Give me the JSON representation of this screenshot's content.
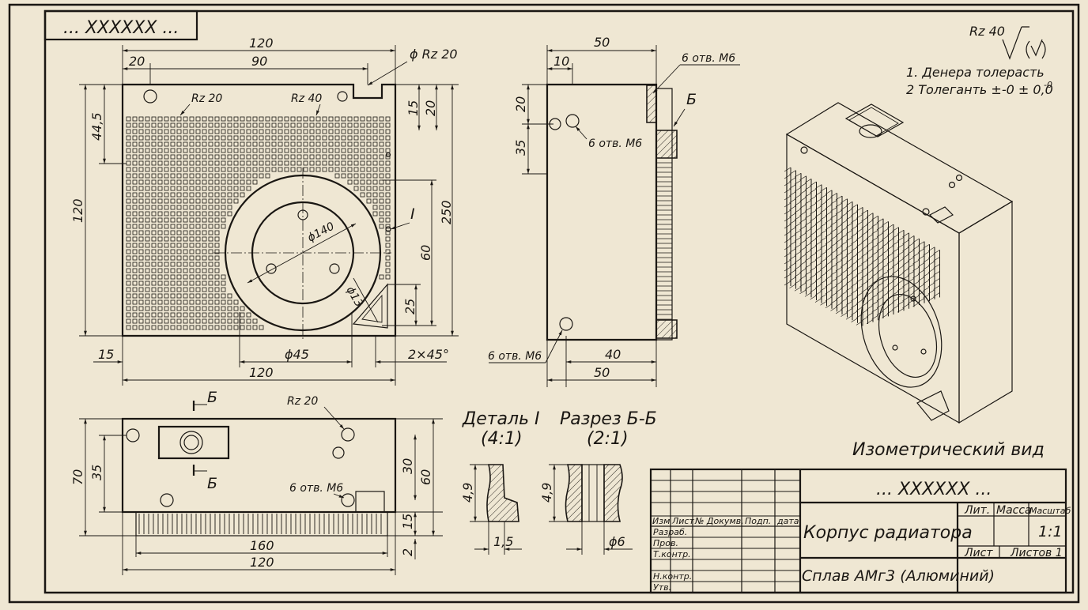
{
  "colors": {
    "paper": "#efe7d3",
    "ink": "#1a1713"
  },
  "header": {
    "code": "... XXXXXX ..."
  },
  "notes": {
    "roughness": "Rz 40",
    "line1": "1. Денера толерасть",
    "line2": "2 Толеганть ±-0 ± 0,0",
    "line2_sup": "-0"
  },
  "front_view": {
    "dims": {
      "w120_top": "120",
      "w90": "90",
      "w20_left": "20",
      "hole_rz": "ϕ Rz 20",
      "rz20": "Rz 20",
      "rz40": "Rz 40",
      "h15": "15",
      "h20": "20",
      "h44_5": "44,5",
      "h120": "120",
      "h250": "250",
      "h60": "60",
      "h25": "25",
      "phi140": "ϕ140",
      "phi13": "ϕ13",
      "mark_I": "I",
      "b15": "15",
      "phi45": "ϕ45",
      "chamfer": "2×45°",
      "w120_bottom": "120"
    }
  },
  "side_view": {
    "dims": {
      "w50_top": "50",
      "w10": "10",
      "holes_top": "6 отв. М6",
      "mark_B": "Б",
      "h20": "20",
      "h35": "35",
      "holes_mid": "6 отв. М6",
      "holes_bottom": "6 отв. М6",
      "w40": "40",
      "w50_bottom": "50"
    }
  },
  "top_view": {
    "dims": {
      "mark_B1": "Б",
      "mark_B2": "Б",
      "rz20": "Rz 20",
      "holes": "6 отв. М6",
      "h70": "70",
      "h35": "35",
      "h30": "30",
      "h60": "60",
      "h15": "15",
      "h2": "2",
      "w160": "160",
      "w120": "120"
    }
  },
  "detail": {
    "title": "Деталь I",
    "scale": "(4:1)",
    "h49": "4,9",
    "w15": "1,5"
  },
  "section": {
    "title": "Разрез Б-Б",
    "scale": "(2:1)",
    "h49": "4,9",
    "phi6": "ϕ6"
  },
  "iso": {
    "caption": "Изометрический вид"
  },
  "title_block": {
    "code": "... XXXXXX ...",
    "name": "Корпус радиатора",
    "material": "Сплав АМг3 (Алюминий)",
    "col_izm": "Изм",
    "col_list": "Лист",
    "col_doc": "№ Докумв.",
    "col_sign": "Подп.",
    "col_date": "дата",
    "row_razrab": "Разраб.",
    "row_prov": "Пров.",
    "row_tkontr": "Т.контр.",
    "row_nkontr": "Н.контр.",
    "row_utv": "Утв.",
    "lit": "Лит.",
    "massa": "Масса",
    "masshtab": "Масштаб",
    "scale_value": "1:1",
    "sheet": "Лист",
    "sheets": "Листов 1"
  }
}
